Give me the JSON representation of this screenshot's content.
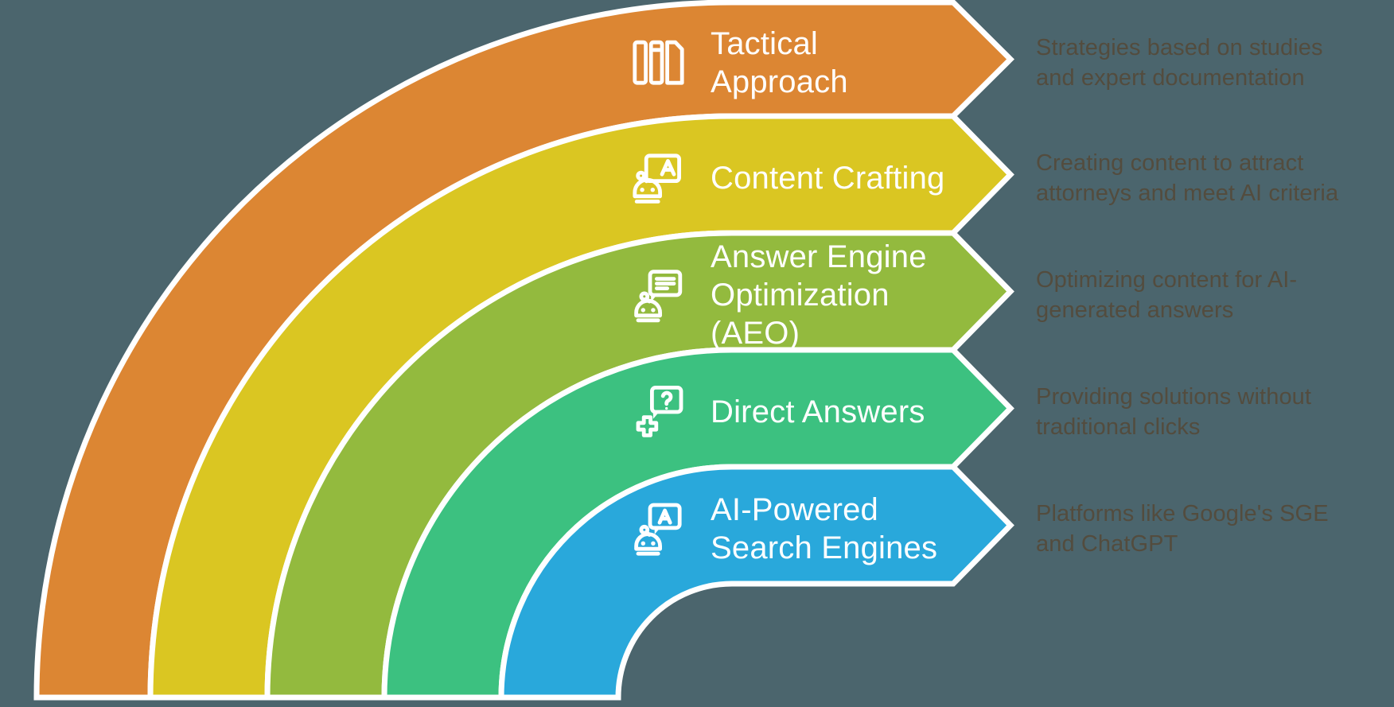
{
  "background_color": "#4B656D",
  "outline_color": "#FFFFFF",
  "description_text_color": "#534C3E",
  "rows": [
    {
      "title": "Tactical Approach",
      "title_lines": [
        "Tactical",
        "Approach"
      ],
      "description": "Strategies based on studies and expert documentation",
      "desc_lines": [
        "Strategies based on studies",
        "and expert documentation"
      ],
      "color": "#DC8633",
      "icon": "documents-icon"
    },
    {
      "title": "Content Crafting",
      "title_lines": [
        "Content Crafting"
      ],
      "description": "Creating content to attract attorneys and meet AI criteria",
      "desc_lines": [
        "Creating content to attract",
        "attorneys and meet AI criteria"
      ],
      "color": "#DAC622",
      "icon": "robot-presentation-board-icon"
    },
    {
      "title": "Answer Engine Optimization (AEO)",
      "title_lines": [
        "Answer Engine",
        "Optimization",
        "(AEO)"
      ],
      "description": "Optimizing content for AI-generated answers",
      "desc_lines": [
        "Optimizing content for AI-",
        "generated answers"
      ],
      "color": "#93BA3E",
      "icon": "robot-chat-lines-icon"
    },
    {
      "title": "Direct Answers",
      "title_lines": [
        "Direct Answers"
      ],
      "description": "Providing solutions without traditional clicks",
      "desc_lines": [
        "Providing solutions without",
        "traditional clicks"
      ],
      "color": "#3CC180",
      "icon": "question-bubble-plus-icon"
    },
    {
      "title": "AI-Powered Search Engines",
      "title_lines": [
        "AI-Powered",
        "Search Engines"
      ],
      "description": "Platforms like Google's SGE and ChatGPT",
      "desc_lines": [
        "Platforms like Google's SGE",
        "and ChatGPT"
      ],
      "color": "#29A8DB",
      "icon": "robot-chat-a-icon"
    }
  ]
}
